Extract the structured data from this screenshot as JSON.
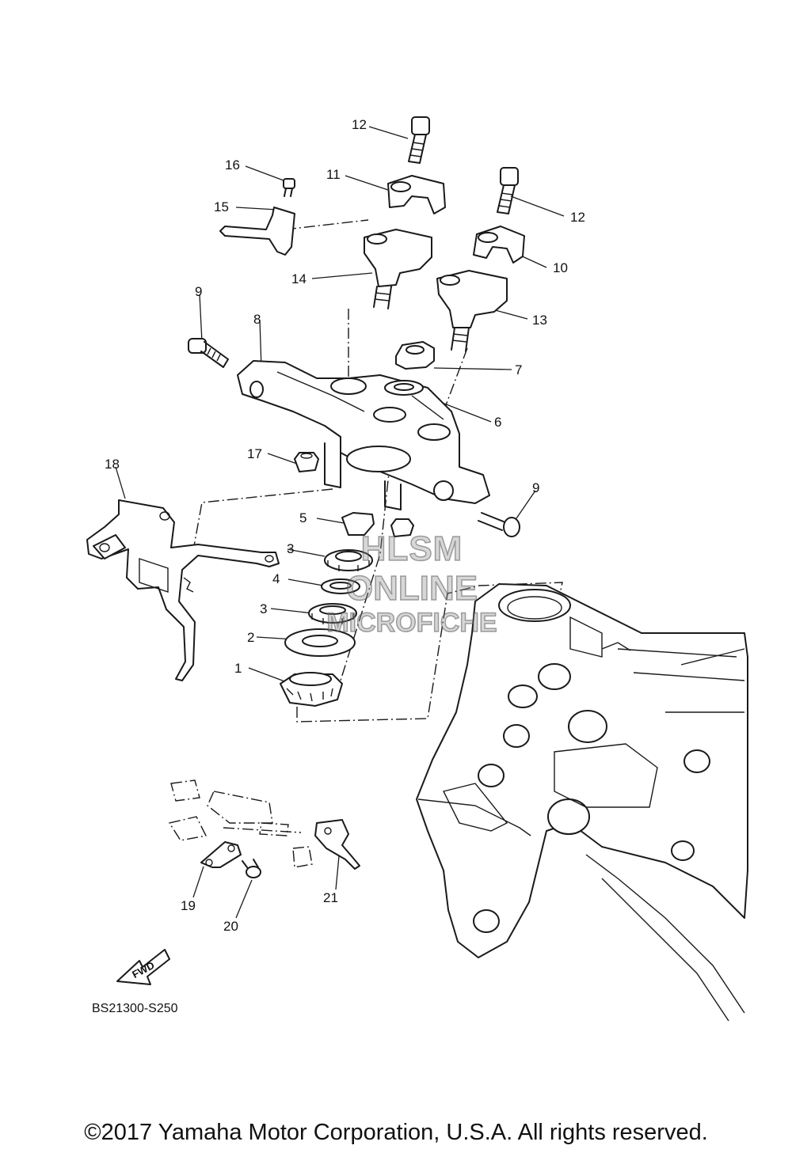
{
  "callouts": {
    "c1": "1",
    "c2": "2",
    "c3a": "3",
    "c3b": "3",
    "c4": "4",
    "c5": "5",
    "c6": "6",
    "c7": "7",
    "c8": "8",
    "c9a": "9",
    "c9b": "9",
    "c10": "10",
    "c11": "11",
    "c12a": "12",
    "c12b": "12",
    "c13": "13",
    "c14": "14",
    "c15": "15",
    "c16": "16",
    "c17": "17",
    "c18": "18",
    "c19": "19",
    "c20": "20",
    "c21": "21"
  },
  "watermark": {
    "line1": "HLSM",
    "line2": "ONLINE",
    "line3": "MICROFICHE"
  },
  "fwd_label": "FWD",
  "reference_code": "BS21300-S250",
  "copyright": "©2017 Yamaha Motor Corporation, U.S.A. All rights reserved."
}
